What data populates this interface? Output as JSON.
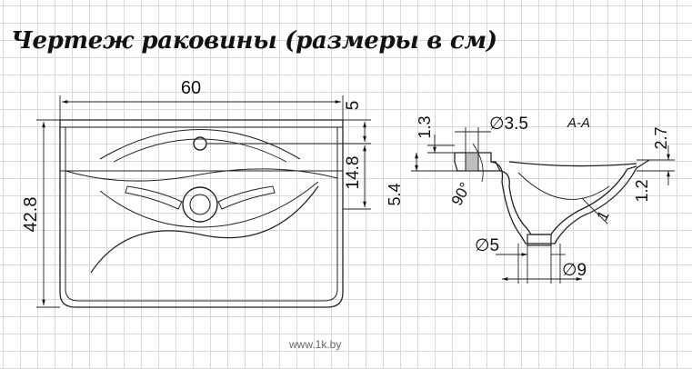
{
  "title": "Чертеж раковины (размеры в см)",
  "watermark": "www.1k.by",
  "plan_view": {
    "width": "60",
    "depth": "42.8",
    "rim_to_hole": "5",
    "hole_to_front": "14.8"
  },
  "section_view": {
    "label": "A-A",
    "tap_hole_diameter": "∅3.5",
    "rim_height_left": "1.3",
    "deck_height": "5.4",
    "angle": "90°",
    "rim_height_right": "2.7",
    "bowl_lip": "1.2",
    "wall_thickness": "1",
    "drain_inner_diameter": "∅5",
    "drain_outer_diameter": "∅9"
  }
}
